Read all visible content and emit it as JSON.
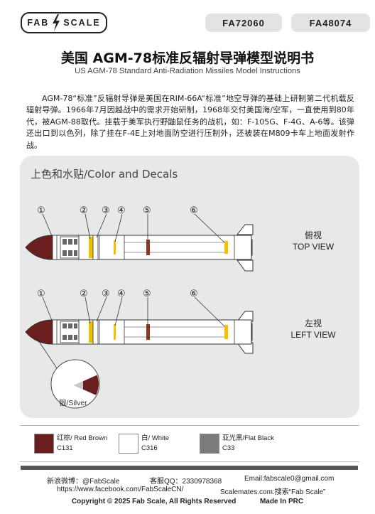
{
  "header": {
    "logo_left": "FAB",
    "logo_right": "SCALE",
    "code1": "FA72060",
    "code2": "FA48074"
  },
  "title_cn": "美国 AGM-78标准反辐射导弹模型说明书",
  "title_en": "US AGM-78 Standard Anti-Radiation Missiles Model Instructions",
  "intro": "AGM-78“标准”反辐射导弹是美国在RIM-66A“标准”地空导弹的基础上研制第二代机载反辐射导弹。1966年7月因越战中的需求开始研制，1968年交付美国海/空军，一直使用到80年代，被AGM-88取代。挂载于美军执行野鼬鼠任务的战机，如：F-105G、F-4G、A-6等。该弹还出口到以色列，除了挂在F-4E上对地面防空进行压制外，还被装在M809卡车上地面发射作战。",
  "panel": {
    "title": "上色和水贴/Color and Decals",
    "top_view_cn": "俯视",
    "top_view_en": "TOP VIEW",
    "left_view_cn": "左视",
    "left_view_en": "LEFT VIEW",
    "silver_label": "银/Silver",
    "callouts": [
      "①",
      "②",
      "③",
      "④",
      "⑤",
      "⑥"
    ]
  },
  "colors": [
    {
      "name": "红棕/ Red Brown",
      "code": "C131",
      "hex": "#6b1e1e"
    },
    {
      "name": "白/ White",
      "code": "C316",
      "hex": "#ffffff"
    },
    {
      "name": "亚光黑/Flat Black",
      "code": "C33",
      "hex": "#7c7c7c"
    }
  ],
  "footer": {
    "weibo": "新浪微博：@FabScale",
    "qq": "客服QQ：2330978368",
    "email": "Email:fabscale0@gmail.com",
    "facebook": "https://www.facebook.com/FabScaleCN/",
    "scalemates": "Scalemates.com:搜索“Fab Scale”",
    "copyright_left": "Copyright © 2025 Fab Scale, All Rights Reserved",
    "copyright_right": "Made In PRC"
  }
}
